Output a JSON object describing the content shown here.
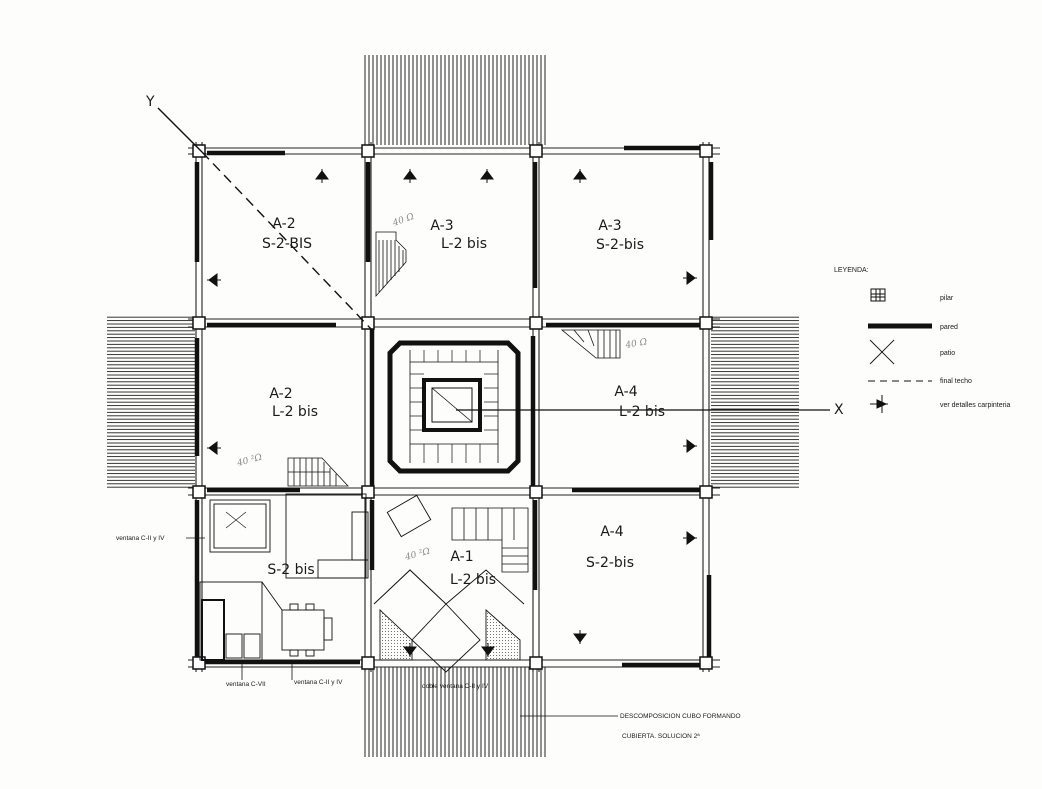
{
  "rooms": [
    {
      "code": "A-2",
      "type": "S-2-BIS"
    },
    {
      "code": "A-3",
      "type": "L-2 bis"
    },
    {
      "code": "A-3",
      "type": "S-2-bis"
    },
    {
      "code": "A-2",
      "type": "L-2 bis"
    },
    {
      "code": "A-4",
      "type": "L-2 bis"
    },
    {
      "code": "",
      "type": "S-2 bis"
    },
    {
      "code": "A-1",
      "type": "L-2 bis"
    },
    {
      "code": "A-4",
      "type": "S-2-bis"
    }
  ],
  "axes": {
    "x": "X",
    "y": "Y"
  },
  "legend": {
    "title": "LEYENDA:",
    "items": [
      {
        "label": "pilar",
        "icon": "pilar-icon"
      },
      {
        "label": "pared",
        "icon": "pared-icon"
      },
      {
        "label": "patio",
        "icon": "patio-icon"
      },
      {
        "label": "final techo",
        "icon": "final-techo-icon"
      },
      {
        "label": "ver detalles carpinteria",
        "icon": "carpinteria-arrow-icon"
      }
    ]
  },
  "annotations": {
    "ventana_left": "ventana C-II y IV",
    "ventana_cvii": "ventana C-VII",
    "ventana_bottom": "ventana C-II y IV",
    "doble_ventana": "doble ventana C-II y IV"
  },
  "footnote": {
    "line1": "DESCOMPOSICION CUBO FORMANDO",
    "line2": "CUBIERTA. SOLUCION 2ª"
  },
  "pencil_notes": [
    "40 Ω",
    "40 Ω",
    "40 ²Ω",
    "40 ²Ω"
  ]
}
